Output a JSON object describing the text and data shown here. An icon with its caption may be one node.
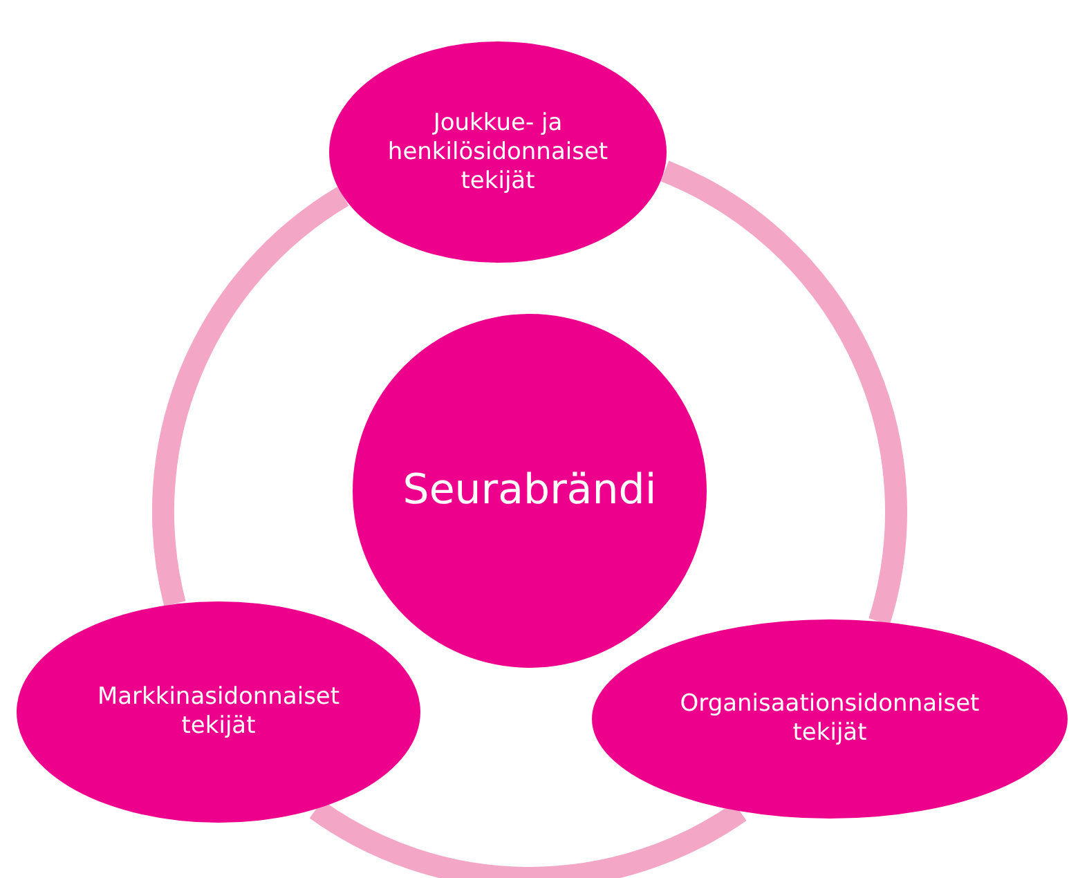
{
  "diagram": {
    "nodes": [
      {
        "text": [
          "Joukkue- ja henkilösidonnaiset tekijät"
        ]
      },
      {
        "text": [
          "Seurabrändi"
        ]
      },
      {
        "text": [
          "Markkinasidonnaiset tekijät"
        ]
      },
      {
        "text": [
          "Organisaationsidonnaiset tekijät"
        ]
      }
    ],
    "edges": [
      {
        "from": 0,
        "to": 3,
        "arrow": "none"
      },
      {
        "from": 3,
        "to": 2,
        "arrow": "none"
      },
      {
        "from": 2,
        "to": 0,
        "arrow": "none"
      }
    ]
  }
}
